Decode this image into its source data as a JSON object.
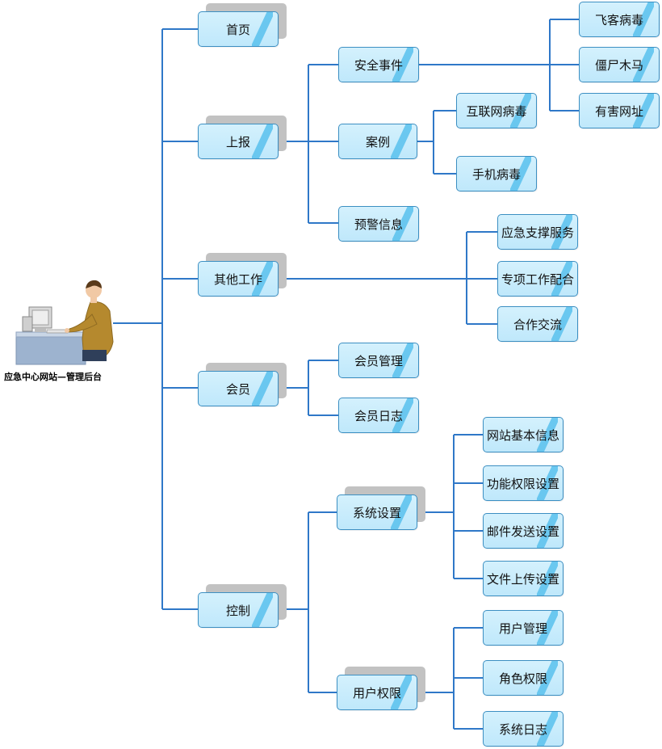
{
  "root": {
    "label": "应急中心网站—管理后台"
  },
  "colors": {
    "line": "#2f78c8",
    "node_border": "#3c8fc2",
    "node_fill": "#bfe8fb",
    "shadow": "#c2c2c2"
  },
  "level1": [
    {
      "label": "首页"
    },
    {
      "label": "上报"
    },
    {
      "label": "其他工作"
    },
    {
      "label": "会员"
    },
    {
      "label": "控制"
    }
  ],
  "report": {
    "children": [
      {
        "label": "安全事件"
      },
      {
        "label": "案例"
      },
      {
        "label": "预警信息"
      }
    ],
    "security_events": [
      {
        "label": "飞客病毒"
      },
      {
        "label": "僵尸木马"
      },
      {
        "label": "有害网址"
      }
    ],
    "cases": [
      {
        "label": "互联网病毒"
      },
      {
        "label": "手机病毒"
      }
    ]
  },
  "other_work": {
    "children": [
      {
        "label": "应急支撑服务"
      },
      {
        "label": "专项工作配合"
      },
      {
        "label": "合作交流"
      }
    ]
  },
  "members": {
    "children": [
      {
        "label": "会员管理"
      },
      {
        "label": "会员日志"
      }
    ]
  },
  "control": {
    "children": [
      {
        "label": "系统设置"
      },
      {
        "label": "用户权限"
      }
    ],
    "system_settings": [
      {
        "label": "网站基本信息"
      },
      {
        "label": "功能权限设置"
      },
      {
        "label": "邮件发送设置"
      },
      {
        "label": "文件上传设置"
      }
    ],
    "user_permissions": [
      {
        "label": "用户管理"
      },
      {
        "label": "角色权限"
      },
      {
        "label": "系统日志"
      }
    ]
  }
}
